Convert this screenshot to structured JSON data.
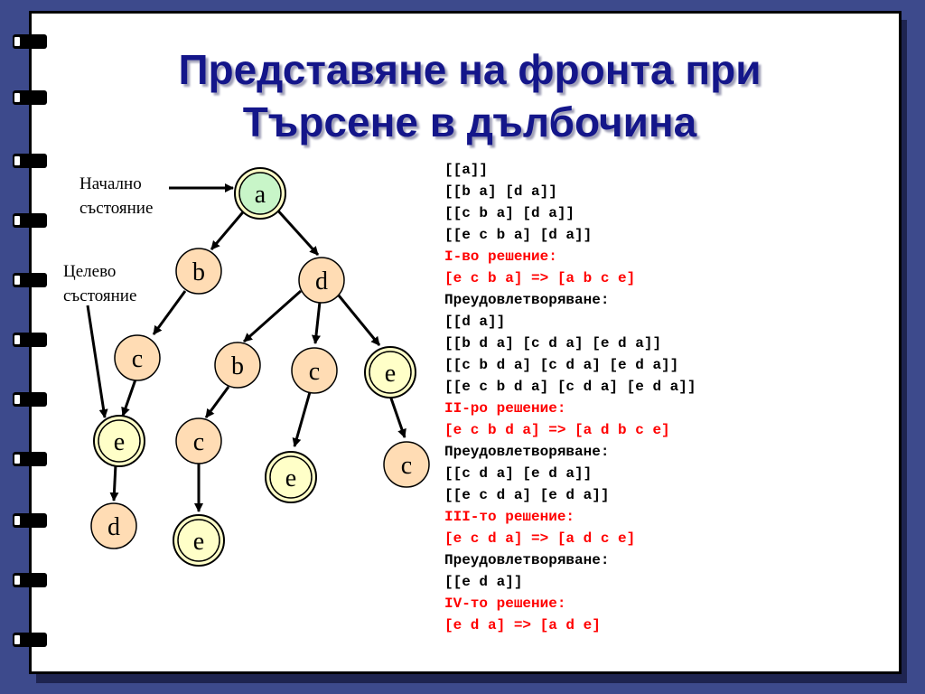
{
  "slide": {
    "title_line1": "Представяне на фронта при",
    "title_line2": "Търсене в дълбочина"
  },
  "tree": {
    "start_label_line1": "Начално",
    "start_label_line2": "състояние",
    "goal_label_line1": "Целево",
    "goal_label_line2": "състояние",
    "node_fill": "#ffdcb4",
    "root_fill": "#c8f5c8",
    "goal_fill": "#ffffc8",
    "nodes": {
      "a": "a",
      "b1": "b",
      "d1": "d",
      "c1": "c",
      "e1": "e",
      "d2": "d",
      "b2": "b",
      "c2": "c",
      "e2": "e",
      "c3": "c",
      "e3": "e",
      "c4": "c",
      "e4": "e"
    }
  },
  "trace": [
    {
      "text": "[[a]]",
      "kind": "state"
    },
    {
      "text": "[[b a] [d a]]",
      "kind": "state"
    },
    {
      "text": "[[c b a] [d a]]",
      "kind": "state"
    },
    {
      "text": "[[e c b a] [d a]]",
      "kind": "state"
    },
    {
      "text": "I-во решение:",
      "kind": "solution"
    },
    {
      "text": "[e c b a] => [a b c e]",
      "kind": "solution"
    },
    {
      "text": "Преудовлетворяване:",
      "kind": "note"
    },
    {
      "text": "[[d a]]",
      "kind": "state"
    },
    {
      "text": "[[b d a] [c d a] [e d a]]",
      "kind": "state"
    },
    {
      "text": "[[c b d a] [c d a] [e d a]]",
      "kind": "state"
    },
    {
      "text": "[[e c b d a] [c d a] [e d a]]",
      "kind": "state"
    },
    {
      "text": "II-ро решение:",
      "kind": "solution"
    },
    {
      "text": "[e c b d a] => [a d b c e]",
      "kind": "solution"
    },
    {
      "text": "Преудовлетворяване:",
      "kind": "note"
    },
    {
      "text": "[[c d a] [e d a]]",
      "kind": "state"
    },
    {
      "text": "[[e c d a] [e d a]]",
      "kind": "state"
    },
    {
      "text": "III-то решение:",
      "kind": "solution"
    },
    {
      "text": "[e c d a] => [a d c e]",
      "kind": "solution"
    },
    {
      "text": "Преудовлетворяване:",
      "kind": "note"
    },
    {
      "text": "[[e d a]]",
      "kind": "state"
    },
    {
      "text": "IV-то решение:",
      "kind": "solution"
    },
    {
      "text": "[e d a] => [a d e]",
      "kind": "solution"
    }
  ]
}
